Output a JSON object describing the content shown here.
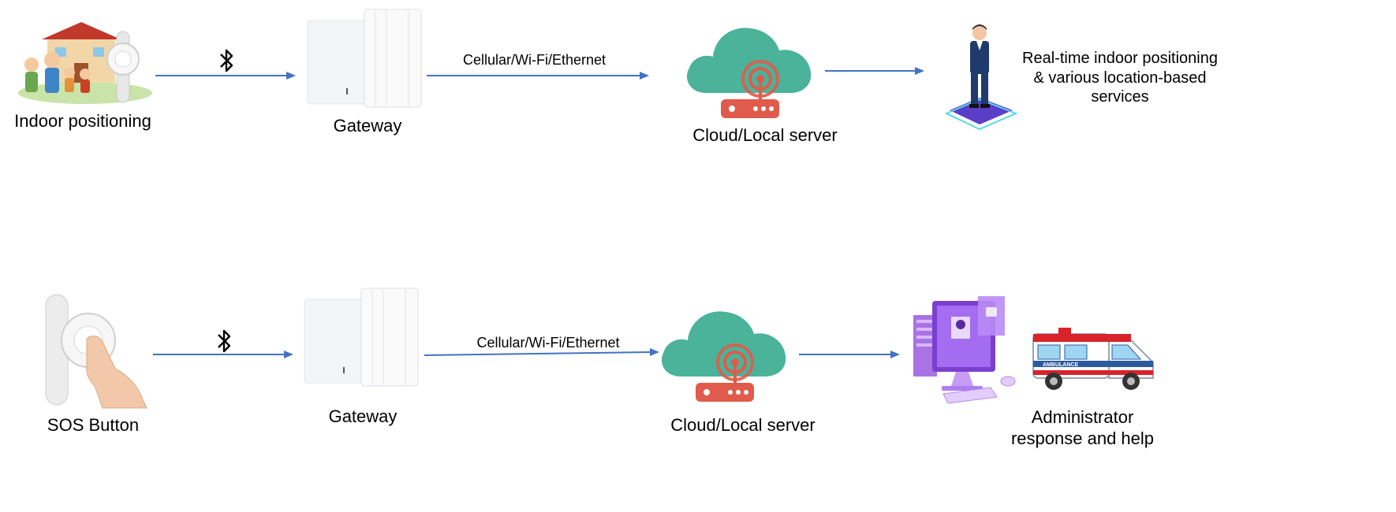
{
  "row1": {
    "source_label": "Indoor positioning",
    "gateway_label": "Gateway",
    "link_label": "Cellular/Wi-Fi/Ethernet",
    "server_label": "Cloud/Local server",
    "result_lines": [
      "Real-time indoor positioning",
      "& various location-based",
      "services"
    ]
  },
  "row2": {
    "source_label": "SOS Button",
    "gateway_label": "Gateway",
    "link_label": "Cellular/Wi-Fi/Ethernet",
    "server_label": "Cloud/Local server",
    "result_lines": [
      "Administrator",
      "response and help"
    ],
    "ambulance_text": "AMBULANCE"
  },
  "icons": {
    "bluetooth": "bluetooth-icon",
    "cloud": "cloud-server-icon",
    "router": "router-icon",
    "arrow": "arrow-right-icon"
  },
  "colors": {
    "arrow": "#4472c4",
    "cloud": "#4ab39a",
    "router": "#e05b4b",
    "accent_purple": "#8b4fd8"
  }
}
